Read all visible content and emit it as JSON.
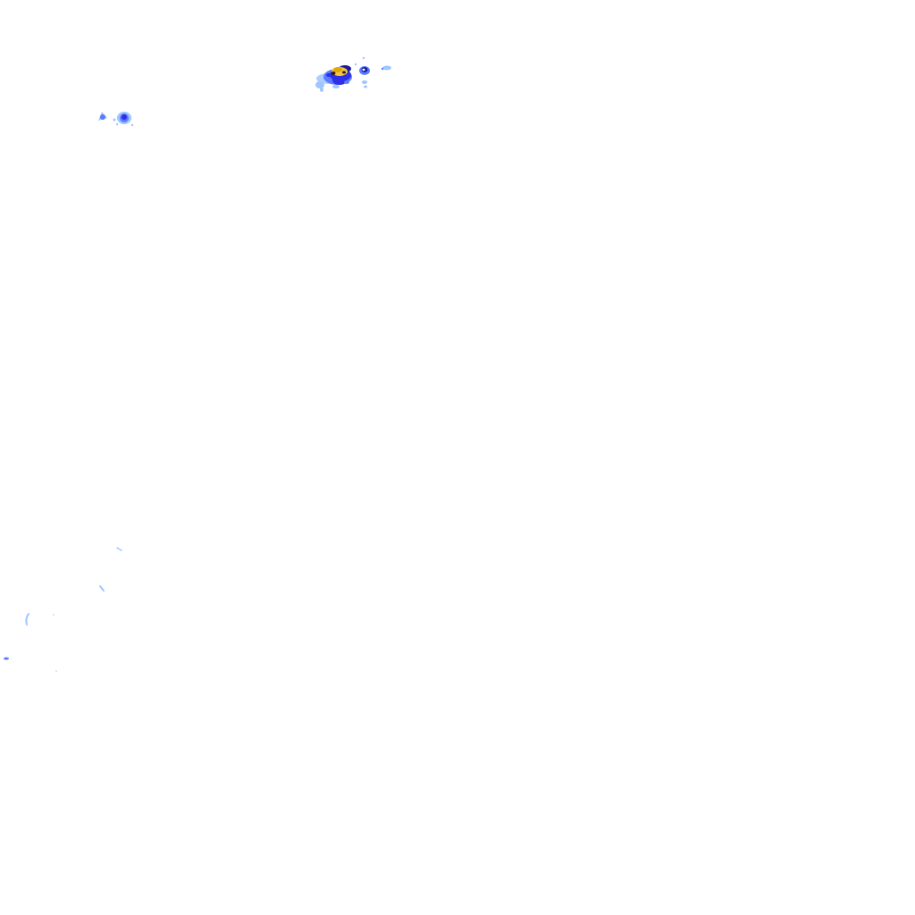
{
  "map": {
    "type": "weather-radar-overlay",
    "background_color": "#ffffff",
    "labels_present": false
  },
  "legend_palette": {
    "light_rain": "#9fc6ff",
    "moderate_rain": "#5b7cff",
    "heavy_rain": "#2f2fe6",
    "very_heavy": "#1b1b9a",
    "intense": "#f2c744",
    "extreme": "#e0a800",
    "core": "#2b2020"
  },
  "echoes": [
    {
      "id": "cell-north-central",
      "intensity": "extreme"
    },
    {
      "id": "cell-north-central-east",
      "intensity": "very_heavy"
    },
    {
      "id": "cell-north-central-far-east",
      "intensity": "light_rain"
    },
    {
      "id": "cell-northwest",
      "intensity": "heavy_rain"
    },
    {
      "id": "cell-northwest-small",
      "intensity": "moderate_rain"
    },
    {
      "id": "trace-southwest-1",
      "intensity": "light_rain"
    },
    {
      "id": "trace-southwest-2",
      "intensity": "light_rain"
    },
    {
      "id": "trace-southwest-3",
      "intensity": "light_rain"
    },
    {
      "id": "trace-west-edge",
      "intensity": "moderate_rain"
    }
  ]
}
